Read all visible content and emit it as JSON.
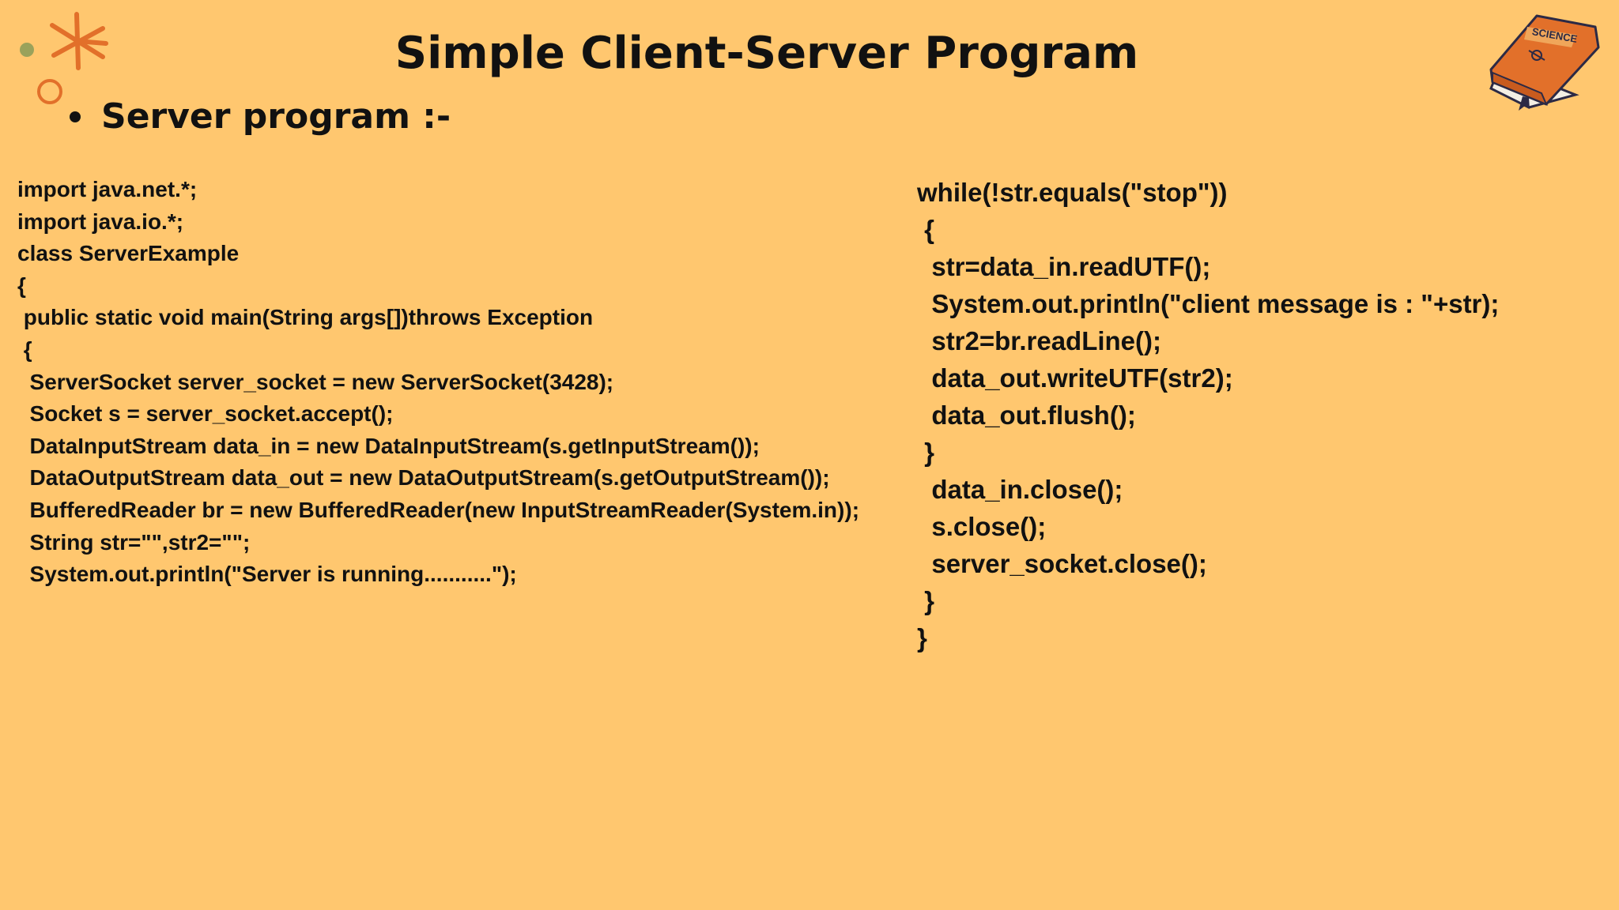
{
  "slide": {
    "title": "Simple Client-Server Program",
    "subtitle": "Server program :-",
    "background_color": "#ffc76f",
    "accent_color": "#e2702a",
    "book_label": "SCIENCE",
    "decorations": [
      "asterisk-icon",
      "small-circle-dot",
      "ring-icon",
      "science-book-icon"
    ]
  },
  "code_left": [
    "import java.net.*;",
    "import java.io.*;",
    "class ServerExample",
    "{",
    " public static void main(String args[])throws Exception",
    " {",
    "  ServerSocket server_socket = new ServerSocket(3428);",
    "  Socket s = server_socket.accept();",
    "  DataInputStream data_in = new DataInputStream(s.getInputStream());",
    "  DataOutputStream data_out = new DataOutputStream(s.getOutputStream());",
    "  BufferedReader br = new BufferedReader(new InputStreamReader(System.in));",
    "  String str=\"\",str2=\"\";",
    "  System.out.println(\"Server is running...........\");"
  ],
  "code_right": [
    "while(!str.equals(\"stop\"))",
    " {",
    "  str=data_in.readUTF();",
    "  System.out.println(\"client message is : \"+str);",
    "  str2=br.readLine();",
    "  data_out.writeUTF(str2);",
    "  data_out.flush();",
    " }",
    "  data_in.close();",
    "  s.close();",
    "  server_socket.close();",
    " }",
    "}"
  ]
}
